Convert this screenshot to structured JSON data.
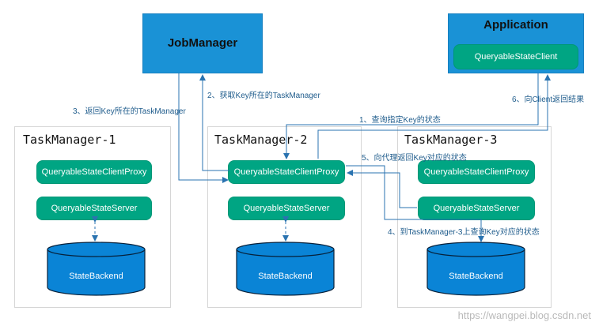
{
  "colors": {
    "blue_box": "#1a92d6",
    "pill": "#00a583",
    "cylinder": "#0a84d6",
    "arrow": "#2a73b0",
    "annotation": "#1f5c8c"
  },
  "jobmanager": {
    "title": "JobManager"
  },
  "application": {
    "title": "Application",
    "client": "QueryableStateClient"
  },
  "taskmanagers": [
    {
      "title": "TaskManager-1",
      "proxy": "QueryableStateClientProxy",
      "server": "QueryableStateServer",
      "backend": "StateBackend"
    },
    {
      "title": "TaskManager-2",
      "proxy": "QueryableStateClientProxy",
      "server": "QueryableStateServer",
      "backend": "StateBackend"
    },
    {
      "title": "TaskManager-3",
      "proxy": "QueryableStateClientProxy",
      "server": "QueryableStateServer",
      "backend": "StateBackend"
    }
  ],
  "steps": {
    "s1": "1、查询指定Key的状态",
    "s2": "2、获取Key所在的TaskManager",
    "s3": "3、返回Key所在的TaskManager",
    "s4": "4、到TaskManager-3上查询Key对应的状态",
    "s5": "5、向代理返回Key对应的状态",
    "s6": "6、向Client返回结果"
  },
  "watermark": "https://wangpei.blog.csdn.net"
}
